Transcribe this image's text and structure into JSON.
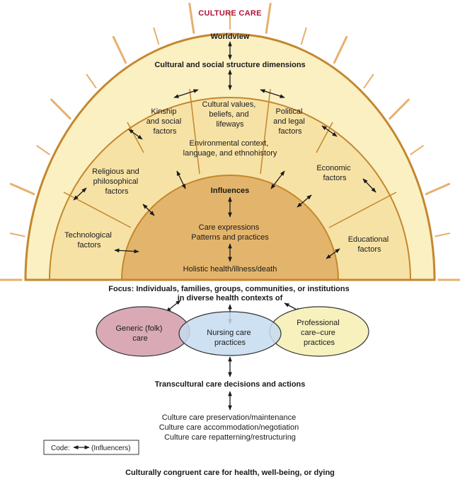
{
  "title": "CULTURE CARE",
  "worldview": "Worldview",
  "dimensions": "Cultural and social structure dimensions",
  "factors": {
    "kinship": [
      "Kinship",
      "and social",
      "factors"
    ],
    "cultural_values": [
      "Cultural values,",
      "beliefs, and",
      "lifeways"
    ],
    "political": [
      "Political",
      "and legal",
      "factors"
    ],
    "religious": [
      "Religious and",
      "philosophical",
      "factors"
    ],
    "environmental": [
      "Environmental context,",
      "language, and ethnohistory"
    ],
    "economic": [
      "Economic",
      "factors"
    ],
    "technological": [
      "Technological",
      "factors"
    ],
    "educational": [
      "Educational",
      "factors"
    ]
  },
  "inner": {
    "influences": "Influences",
    "care_expressions": [
      "Care expressions",
      "Patterns and practices"
    ],
    "holistic": "Holistic health/illness/death"
  },
  "focus": [
    "Focus: Individuals, families, groups, communities, or institutions",
    "in diverse health contexts of"
  ],
  "systems": {
    "generic": [
      "Generic (folk)",
      "care"
    ],
    "nursing": [
      "Nursing care",
      "practices"
    ],
    "professional": [
      "Professional",
      "care–cure",
      "practices"
    ]
  },
  "decisions": "Transcultural care decisions and actions",
  "modes": [
    "Culture care preservation/maintenance",
    "Culture care accommodation/negotiation",
    "Culture care repatterning/restructuring"
  ],
  "legend": {
    "code_label": "Code:",
    "influencers_label": "(Influencers)"
  },
  "outcome": "Culturally congruent care for health, well-being, or dying",
  "colors": {
    "title": "#b5123a",
    "sun_ray": "#e6b06e",
    "outer_fill": "#fbf0c2",
    "outer_stroke": "#c4872e",
    "middle_fill": "#f7e2a6",
    "inner_fill": "#e3b56c",
    "generic_fill": "#d9aab6",
    "nursing_fill": "#c5dcf0",
    "professional_fill": "#f7f1be"
  }
}
